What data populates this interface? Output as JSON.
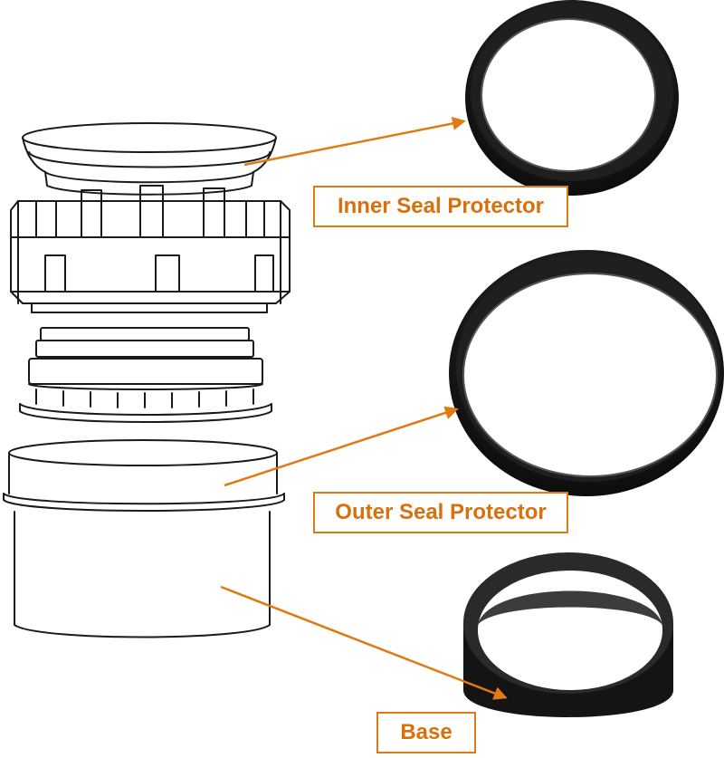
{
  "colors": {
    "accent": "#e07a12",
    "label_text": "#d8700c",
    "part_black": "#141414",
    "line_art": "#1a1a1a"
  },
  "labels": {
    "inner_seal_protector": "Inner Seal Protector",
    "outer_seal_protector": "Outer Seal Protector",
    "base": "Base"
  }
}
